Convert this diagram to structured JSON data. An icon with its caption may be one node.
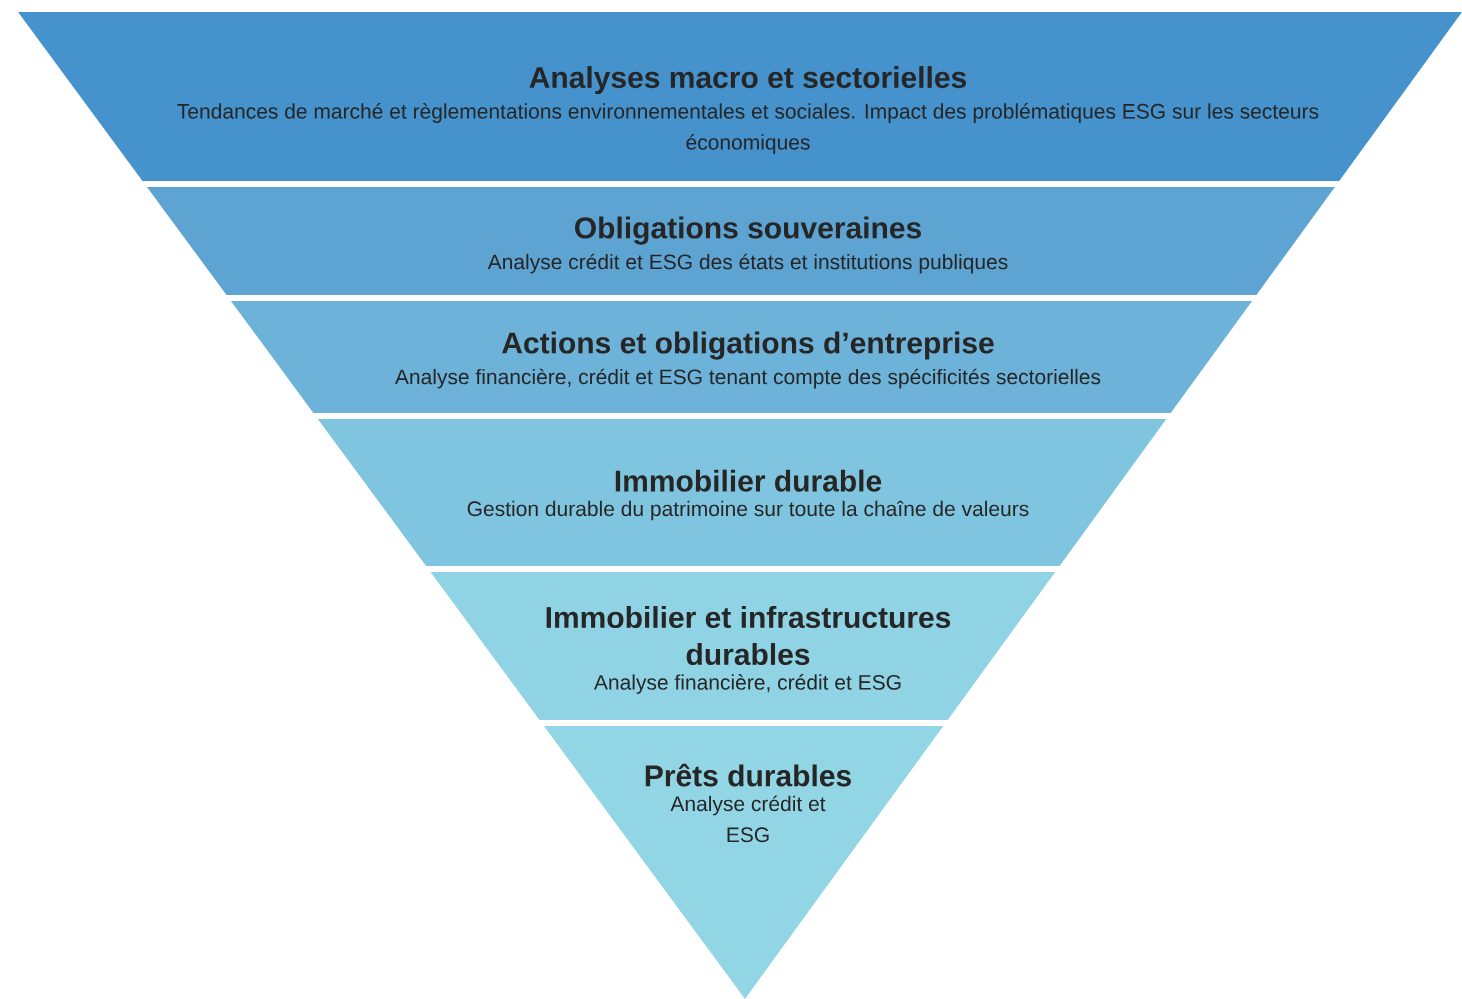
{
  "diagram": {
    "nodes": [
      {
        "text": [
          "Analyses macro et sectorielles",
          "Tendances de marché et règlementations environnementales et sociales. Impact des problématiques ESG sur les secteurs économiques"
        ]
      },
      {
        "text": [
          "Obligations souveraines",
          "Analyse crédit et ESG des états et institutions publiques"
        ]
      },
      {
        "text": [
          "Actions et obligations d’entreprise",
          "Analyse financière, crédit et ESG tenant compte des spécificités sectorielles"
        ]
      },
      {
        "text": [
          "Immobilier durable",
          "Gestion durable du patrimoine sur toute la chaîne de valeurs"
        ]
      },
      {
        "text": [
          "Immobilier et infrastructures durables",
          "Analyse financière, crédit et ESG"
        ]
      },
      {
        "text": [
          "Prêts durables",
          "Analyse crédit et ESG"
        ]
      }
    ]
  }
}
